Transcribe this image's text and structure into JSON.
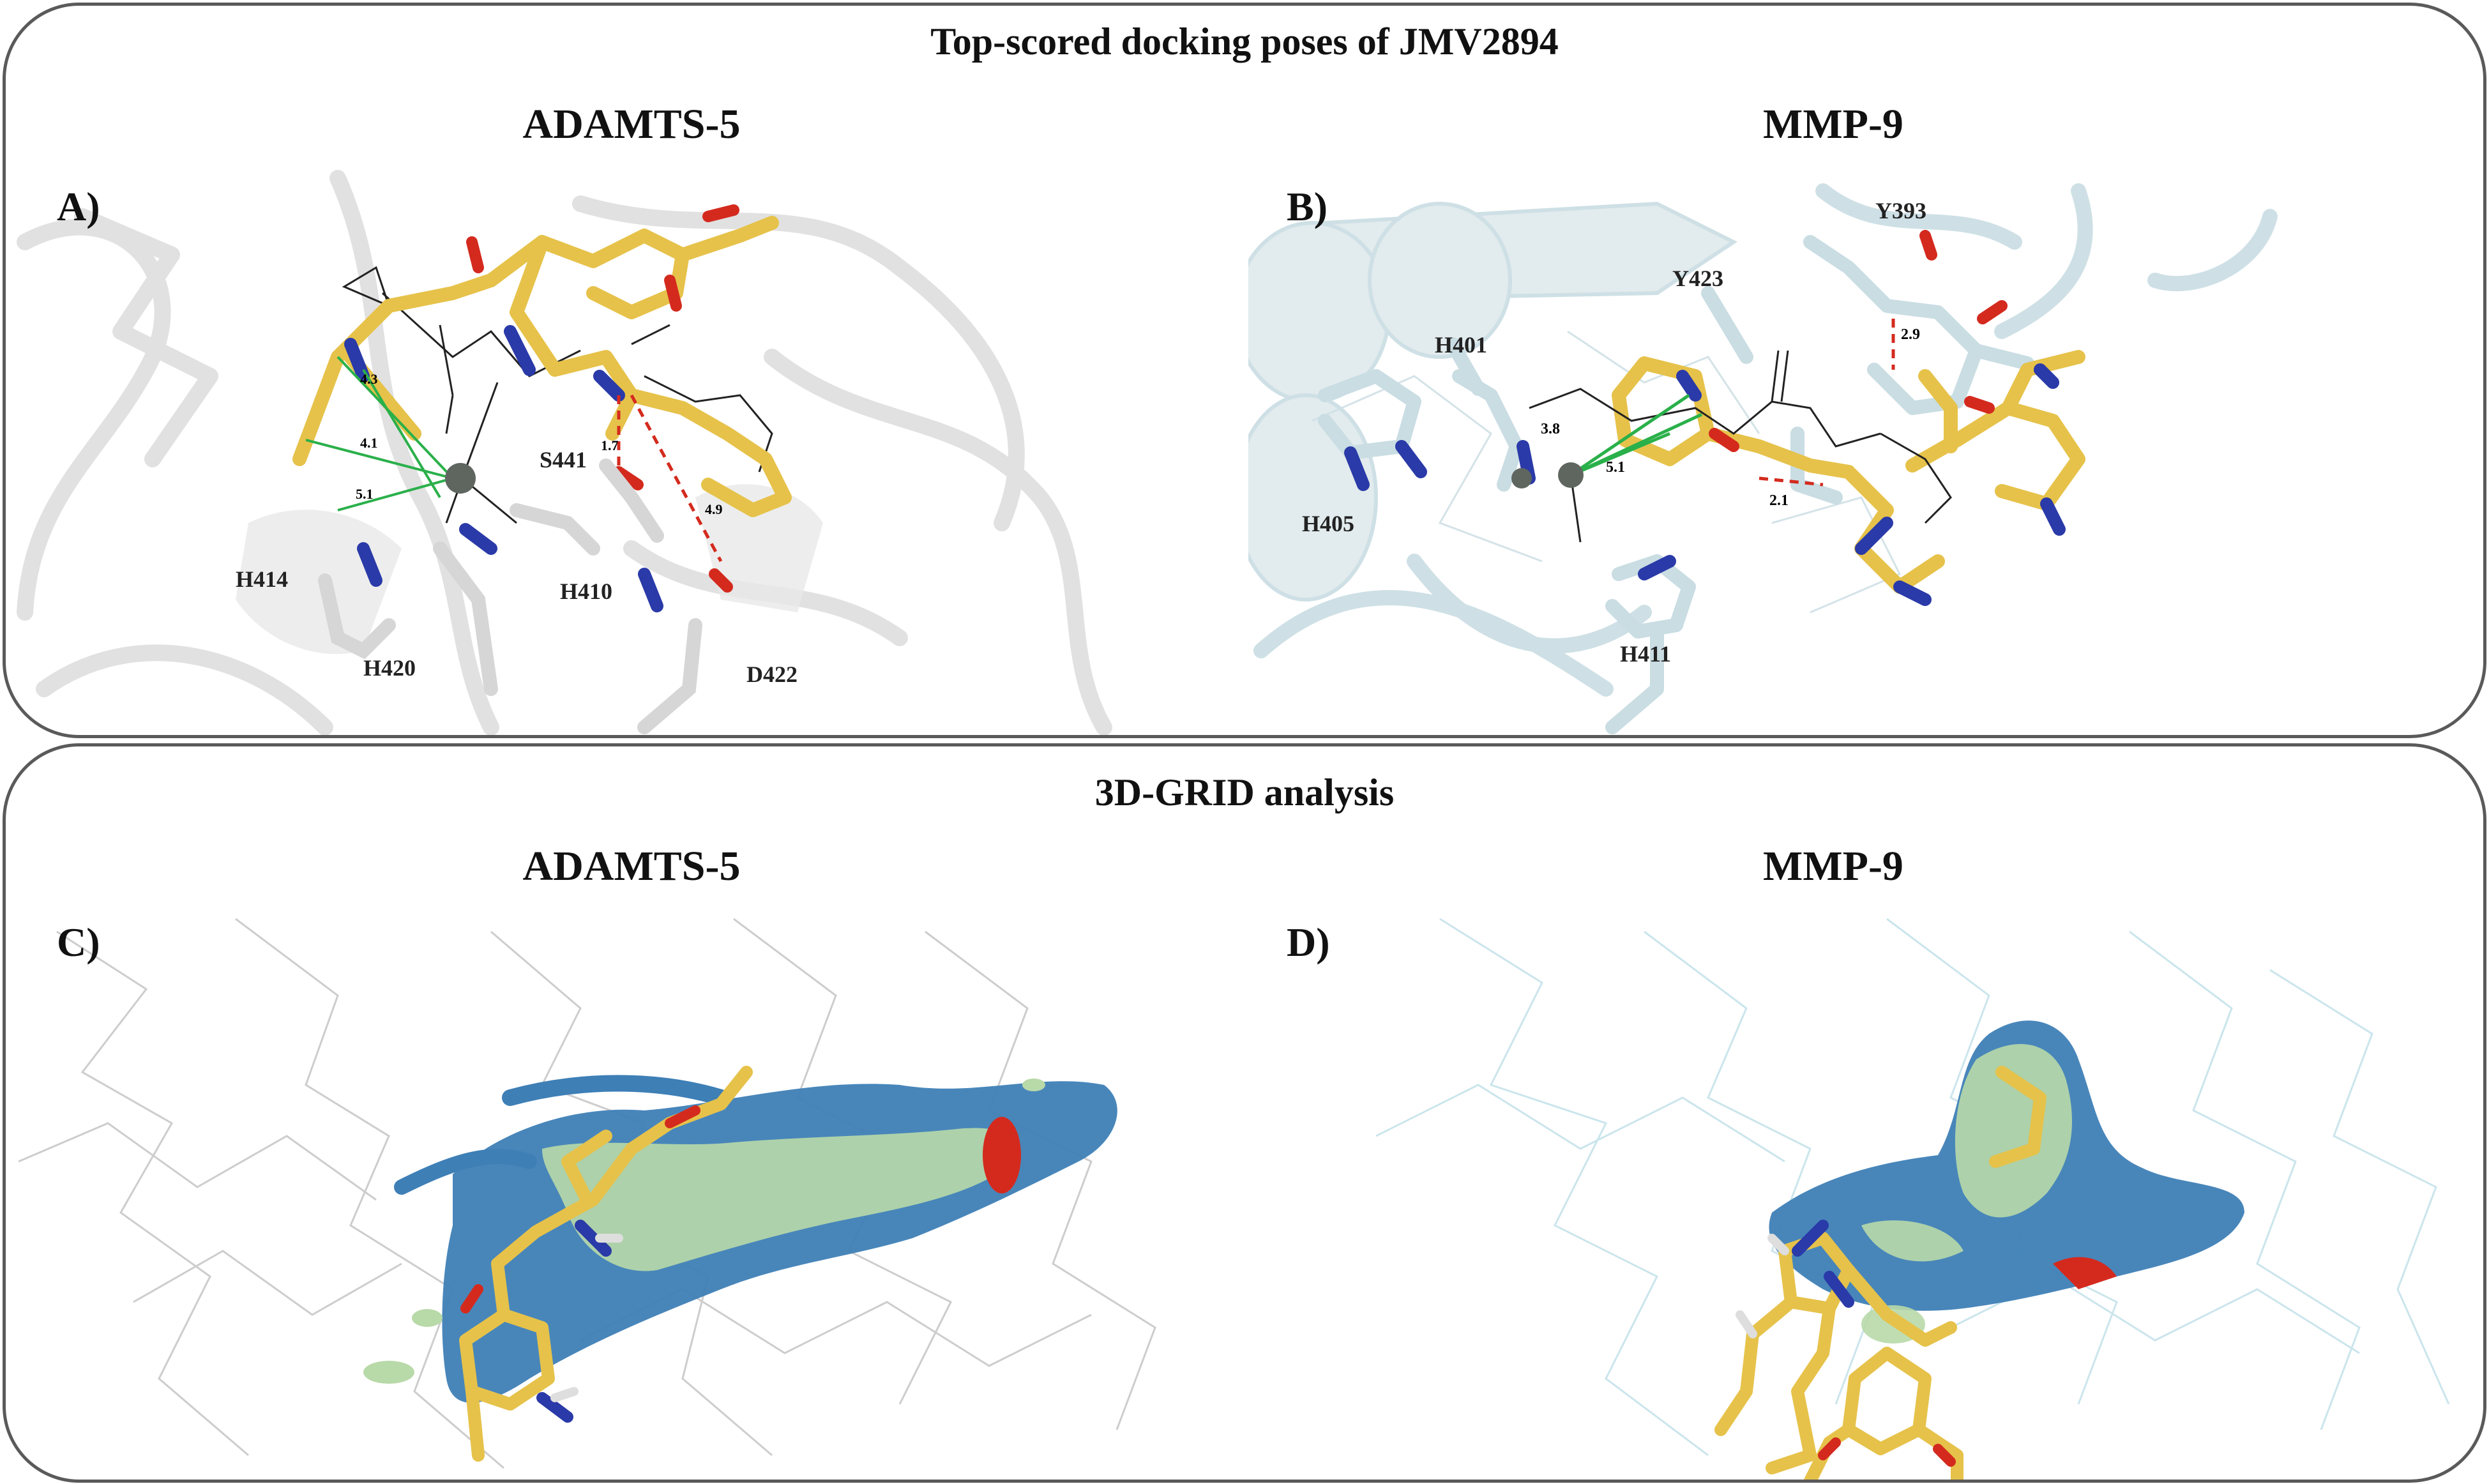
{
  "figure": {
    "top_section_title": "Top-scored docking poses of JMV2894",
    "bottom_section_title": "3D-GRID analysis",
    "panels": {
      "A": {
        "letter": "A)",
        "protein": "ADAMTS-5"
      },
      "B": {
        "letter": "B)",
        "protein": "MMP-9"
      },
      "C": {
        "letter": "C)",
        "protein": "ADAMTS-5"
      },
      "D": {
        "letter": "D)",
        "protein": "MMP-9"
      }
    }
  },
  "panel_a": {
    "residues": [
      "H414",
      "H420",
      "H410",
      "S441",
      "D422"
    ],
    "distances": [
      "4.3",
      "4.1",
      "5.1",
      "1.7",
      "4.9"
    ]
  },
  "panel_b": {
    "residues": [
      "Y393",
      "Y423",
      "H401",
      "H405",
      "H411"
    ],
    "distances": [
      "3.8",
      "5.1",
      "2.9",
      "2.1"
    ]
  },
  "colors": {
    "frame": "#5a5a5a",
    "ligand_carbon": "#e6c24a",
    "nitrogen": "#2a3aa8",
    "oxygen": "#d42a1e",
    "zinc": "#5f6660",
    "adamts_cartoon": "#d9d9d9",
    "mmp_cartoon": "#c9dde3",
    "metal_contact": "#2ab04a",
    "hbond": "#d42a1e",
    "grid_blue": "#3e7fb6",
    "grid_green": "#b8d9a8"
  }
}
